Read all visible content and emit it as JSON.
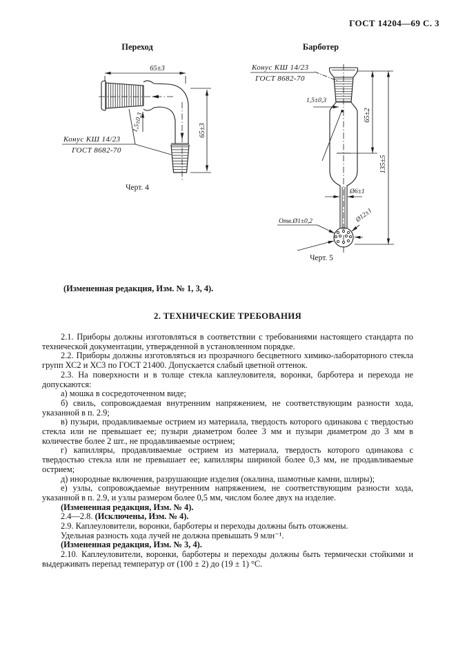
{
  "page": {
    "header": "ГОСТ 14204—69 С. 3"
  },
  "figures": {
    "perehod": {
      "title": "Переход",
      "caption": "Черт. 4",
      "cone_label_line1": "Конус КШ 14/23",
      "cone_label_line2": "ГОСТ 8682-70",
      "dims": {
        "width": "65±3",
        "height": "65±3",
        "wall": "1,5±0,3"
      }
    },
    "barboter": {
      "title": "Барботер",
      "caption": "Черт. 5",
      "cone_label_line1": "Конус КШ 14/23",
      "cone_label_line2": "ГОСТ 8682-70",
      "dims": {
        "wall": "1,5±0,3",
        "joint_height": "65±2",
        "total_height": "135±5",
        "tube_diameter": "Ø6±1",
        "holes": "Отв.Ø1±0,2",
        "bulb_diameter": "Ø12±1"
      }
    }
  },
  "notes": {
    "revision_top": "(Измененная редакция, Изм. № 1, 3, 4)."
  },
  "section": {
    "heading": "2. ТЕХНИЧЕСКИЕ ТРЕБОВАНИЯ",
    "paragraphs": [
      {
        "text": "2.1. Приборы должны изготовляться в соответствии с требованиями настоящего стандарта по технической документации, утвержденной в установленном порядке.",
        "bold": false
      },
      {
        "text": "2.2. Приборы должны изготовляться из прозрачного бесцветного химико-лабораторного стекла групп ХС2 и ХС3 по ГОСТ 21400. Допускается слабый цветной оттенок.",
        "bold": false
      },
      {
        "text": "2.3. На поверхности и в толще стекла каплеуловителя, воронки, барботера и перехода не допускаются:",
        "bold": false
      },
      {
        "text": "а) мошка в сосредоточенном виде;",
        "bold": false
      },
      {
        "text": "б) свиль, сопровождаемая внутренним напряжением, не соответствующим разности хода, указанной в п. 2.9;",
        "bold": false
      },
      {
        "text": "в) пузыри, продавливаемые острием из материала, твердость которого одинакова с твердостью стекла или не превышает ее; пузыри диаметром более 3 мм и пузыри диаметром до 3 мм в количестве более 2 шт., не продавливаемые острием;",
        "bold": false
      },
      {
        "text": "г) капилляры, продавливаемые острием из материала, твердость которого одинакова с твердостью стекла или не превышает ее; капилляры шириной более 0,3 мм, не продавливаемые острием;",
        "bold": false
      },
      {
        "text": "д) инородные включения, разрушающие изделия (окалина, шамотные камни, шлиры);",
        "bold": false
      },
      {
        "text": "е) узлы, сопровождаемые внутренним напряжением, не соответствующим разности хода, указанной в п. 2.9, и узлы размером более 0,5 мм, числом более двух на изделие.",
        "bold": false
      },
      {
        "text": "(Измененная редакция, Изм. № 4).",
        "bold": true
      },
      {
        "lead": "2.4—2.8. ",
        "text": "(Исключены, Изм. № 4).",
        "bold": true
      },
      {
        "text": "2.9. Каплеуловители, воронки, барботеры и переходы должны быть отожжены.",
        "bold": false
      },
      {
        "text": "Удельная разность хода лучей не должна превышать 9 млн⁻¹.",
        "bold": false
      },
      {
        "text": "(Измененная редакция, Изм. № 3, 4).",
        "bold": true
      },
      {
        "text": "2.10. Каплеуловители, воронки, барботеры и переходы должны быть термически стойкими и выдерживать перепад температур от (100 ± 2) до (19 ± 1) °С.",
        "bold": false
      }
    ]
  },
  "colors": {
    "ink": "#1b1b1b",
    "paper": "#ffffff"
  }
}
